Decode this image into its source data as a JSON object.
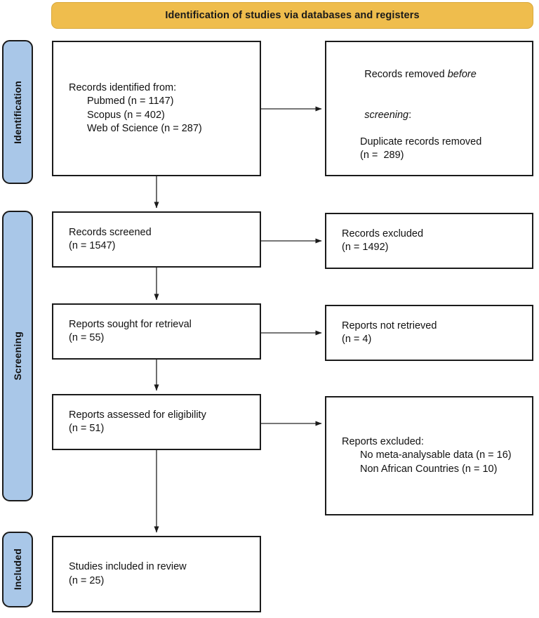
{
  "diagram": {
    "type": "prisma-flow-diagram",
    "banner_title": "Identification of studies via databases and registers",
    "banner_color": "#EFBD4D",
    "stage_tab_color": "#A9C7E8",
    "box_border_color": "#1b1b1b",
    "background_color": "#ffffff"
  },
  "stages": [
    {
      "id": "identification",
      "label": "Identification"
    },
    {
      "id": "screening",
      "label": "Screening"
    },
    {
      "id": "included",
      "label": "Included"
    }
  ],
  "boxes": {
    "records_identified": {
      "line1": "Records identified from:",
      "line2": "Pubmed (n = 1147)",
      "line3": "Scopus (n = 402)",
      "line4": "Web of Science (n = 287)"
    },
    "records_removed": {
      "line1_plain": "Records removed ",
      "line1_italic": "before",
      "line2_italic": "screening",
      "line2_plain": ":",
      "line3": "Duplicate records removed",
      "line4": "(n =  289)"
    },
    "records_screened": {
      "line1": "Records screened",
      "line2": "(n = 1547)"
    },
    "records_excluded": {
      "line1": "Records excluded",
      "line2": "(n = 1492)"
    },
    "reports_sought": {
      "line1": "Reports sought for retrieval",
      "line2": "(n = 55)"
    },
    "reports_not_retrieved": {
      "line1": "Reports not retrieved",
      "line2": "(n = 4)"
    },
    "reports_assessed": {
      "line1": "Reports assessed for eligibility",
      "line2": "(n = 51)"
    },
    "reports_excluded": {
      "line1": "Reports excluded:",
      "line2": "No meta-analysable data (n = 16)",
      "line3": "Non African Countries (n = 10)"
    },
    "studies_included": {
      "line1": "Studies included in review",
      "line2": "(n = 25)"
    }
  },
  "counts": {
    "pubmed": 1147,
    "scopus": 402,
    "web_of_science": 287,
    "duplicates_removed": 289,
    "records_screened": 1547,
    "records_excluded": 1492,
    "reports_sought": 55,
    "reports_not_retrieved": 4,
    "reports_assessed": 51,
    "excluded_no_meta_analysable_data": 16,
    "excluded_non_african_countries": 10,
    "studies_included": 25
  }
}
